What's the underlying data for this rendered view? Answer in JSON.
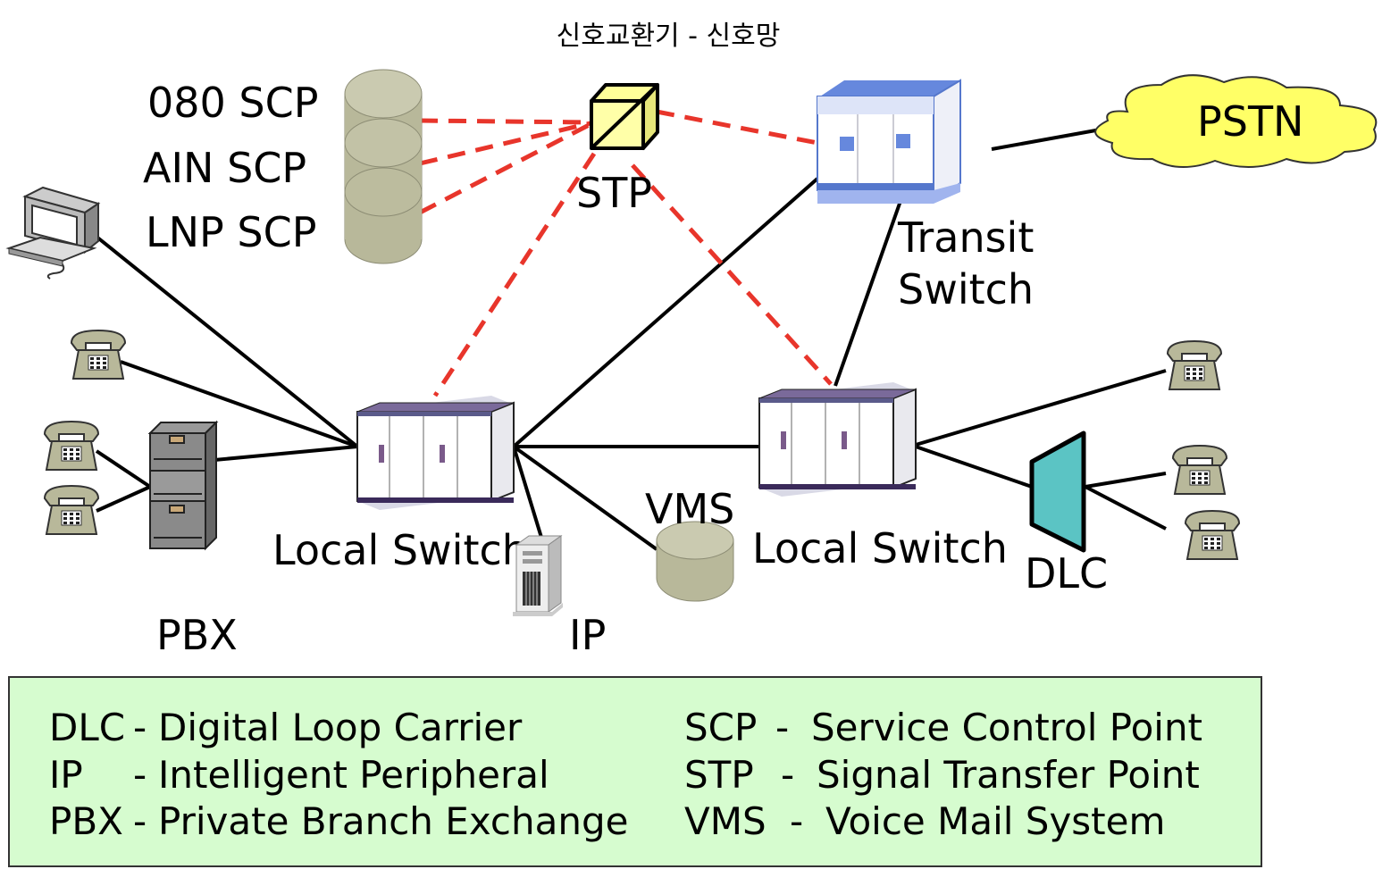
{
  "title": "신호교환기 - 신호망",
  "labels": {
    "scp_080": "080 SCP",
    "scp_ain": "AIN SCP",
    "scp_lnp": "LNP SCP",
    "stp": "STP",
    "pstn": "PSTN",
    "transit_line1": "Transit",
    "transit_line2": "Switch",
    "local_switch_left": "Local Switch",
    "local_switch_right": "Local Switch",
    "vms": "VMS",
    "dlc": "DLC",
    "pbx": "PBX",
    "ip": "IP"
  },
  "legend": {
    "left": [
      {
        "abbr": "DLC",
        "dash": "-",
        "text": "Digital Loop Carrier"
      },
      {
        "abbr": "IP",
        "dash": "-",
        "text": "Intelligent Peripheral"
      },
      {
        "abbr": "PBX",
        "dash": "-",
        "text": "Private Branch  Exchange"
      }
    ],
    "right": [
      {
        "abbr": "SCP",
        "dash": "-",
        "text": "Service Control Point"
      },
      {
        "abbr": "STP",
        "dash": "-",
        "text": "Signal Transfer Point"
      },
      {
        "abbr": "VMS",
        "dash": "-",
        "text": "Voice Mail System"
      }
    ]
  },
  "colors": {
    "signal_link": "#e8352b",
    "legend_bg": "#d6fccf",
    "pstn_cloud": "#ffff66",
    "dlc": "#5bc4c4",
    "phone": "#b8b89a"
  },
  "icons": [
    "computer-icon",
    "telephone-icon",
    "pbx-icon",
    "database-icon",
    "stp-cube-icon",
    "switch-icon",
    "server-icon",
    "cloud-icon",
    "dlc-icon"
  ]
}
